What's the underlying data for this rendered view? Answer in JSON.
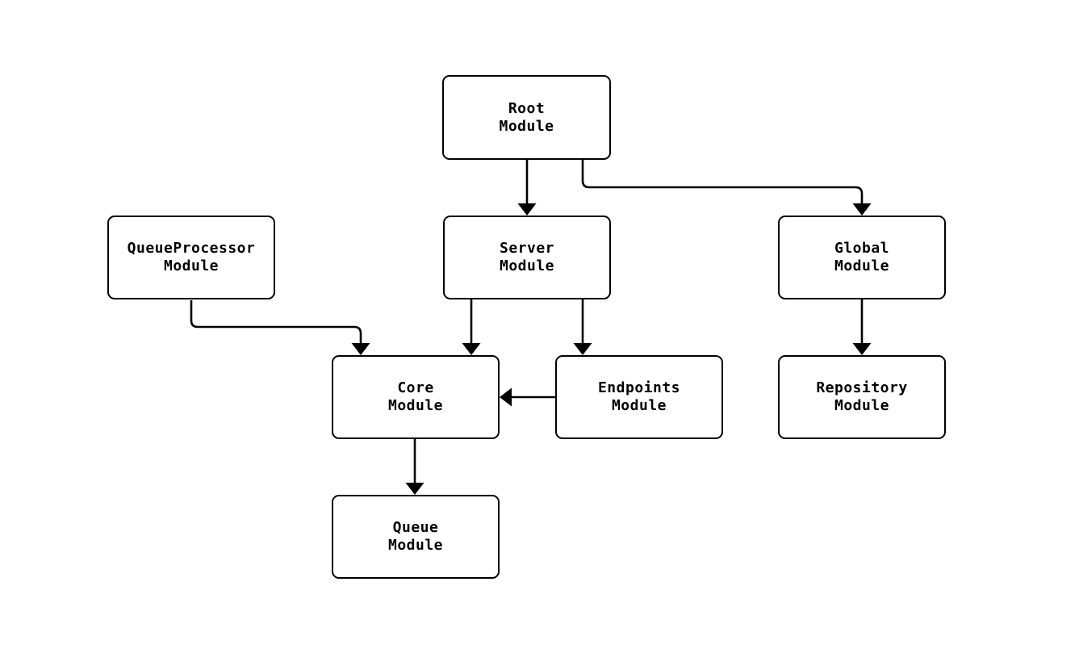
{
  "diagram": {
    "type": "module-dependency-graph",
    "colors": {
      "background": "#ffffff",
      "node_fill": "#ffffff",
      "node_border": "#000000",
      "edge_stroke": "#000000",
      "text": "#000000"
    },
    "nodes": {
      "root": {
        "label": "Root\nModule"
      },
      "queueprocessor": {
        "label": "QueueProcessor\nModule"
      },
      "server": {
        "label": "Server\nModule"
      },
      "global": {
        "label": "Global\nModule"
      },
      "core": {
        "label": "Core\nModule"
      },
      "endpoints": {
        "label": "Endpoints\nModule"
      },
      "repository": {
        "label": "Repository\nModule"
      },
      "queue": {
        "label": "Queue\nModule"
      }
    },
    "edges": [
      {
        "from": "Root Module",
        "to": "Server Module"
      },
      {
        "from": "Root Module",
        "to": "Global Module"
      },
      {
        "from": "QueueProcessor Module",
        "to": "Core Module"
      },
      {
        "from": "Server Module",
        "to": "Core Module"
      },
      {
        "from": "Server Module",
        "to": "Endpoints Module"
      },
      {
        "from": "Endpoints Module",
        "to": "Core Module"
      },
      {
        "from": "Global Module",
        "to": "Repository Module"
      },
      {
        "from": "Core Module",
        "to": "Queue Module"
      }
    ]
  }
}
